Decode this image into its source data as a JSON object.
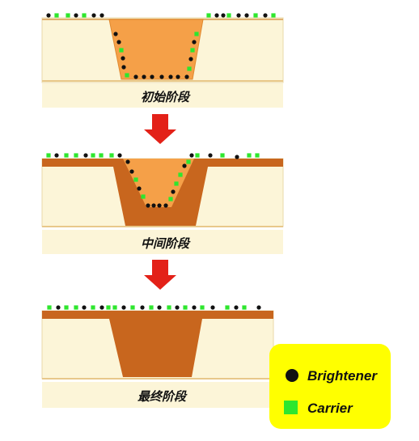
{
  "stages": [
    {
      "label": "初始阶段"
    },
    {
      "label": "中间阶段"
    },
    {
      "label": "最终阶段"
    }
  ],
  "legend": {
    "brightener_label": "Brightener",
    "carrier_label": "Carrier"
  },
  "colors": {
    "substrate": "#FCF5D8",
    "substrate_border": "#E8C88A",
    "trench_fill_light": "#F5A048",
    "copper": "#C8661E",
    "arrow": "#E32118",
    "brightener": "#111111",
    "carrier": "#2EE62E",
    "legend_bg": "#FFFF00"
  }
}
